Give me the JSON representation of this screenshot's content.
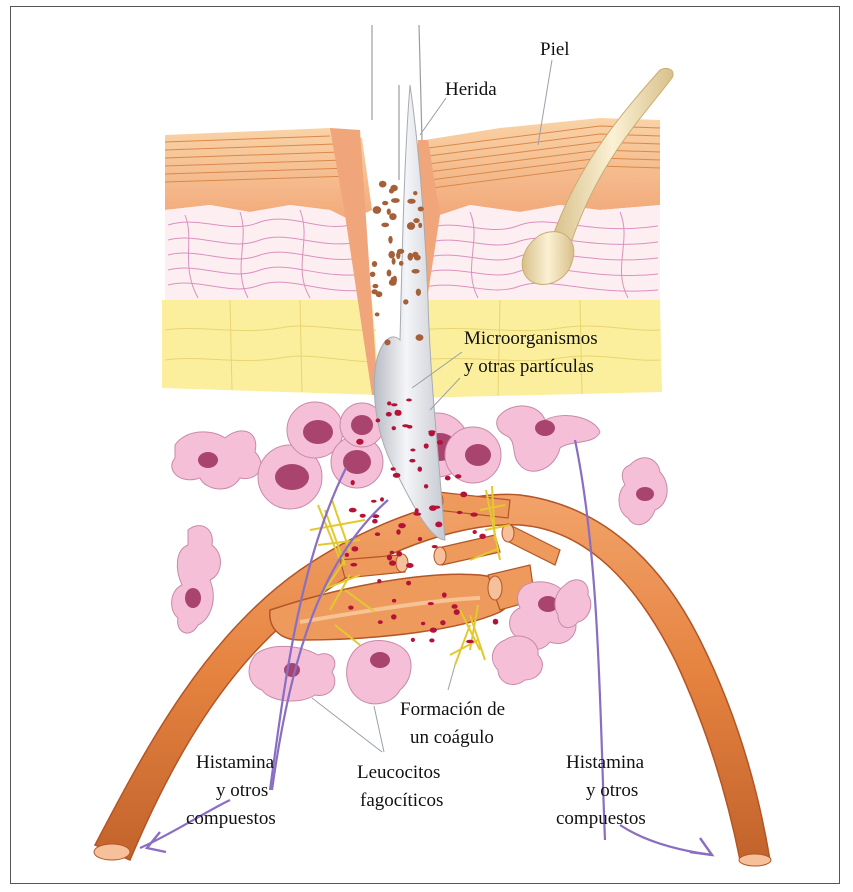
{
  "diagram": {
    "labels": {
      "piel": "Piel",
      "herida": "Herida",
      "microorganismos_line1": "Microorganismos",
      "microorganismos_line2": "y otras partículas",
      "formacion_line1": "Formación de",
      "formacion_line2": "un coágulo",
      "leucocitos_line1": "Leucocitos",
      "leucocitos_line2": "fagocíticos",
      "histamina_left_line1": "Histamina",
      "histamina_left_line2": "y otros",
      "histamina_left_line3": "compuestos",
      "histamina_right_line1": "Histamina",
      "histamina_right_line2": "y otros",
      "histamina_right_line3": "compuestos"
    },
    "colors": {
      "epidermis_top": "#f7c99a",
      "epidermis_lines": "#d98a4e",
      "dermis_orange": "#f0a57a",
      "dermis_pink": "#fdeef2",
      "fibers": "#d987b8",
      "fat_layer": "#fbef9e",
      "vessel": "#e88a4d",
      "vessel_dark": "#b8582a",
      "cell_body": "#f4bfd7",
      "cell_nucleus": "#a8446e",
      "blood_cell": "#b5123a",
      "particles": "#a5603a",
      "clot_fibers": "#e5cf3a",
      "arrow_purple": "#8a6ec4",
      "splinter": "#dde0e6",
      "hair": "#f3e3b8"
    },
    "icons": [
      "splinter-shape",
      "hair-shape",
      "blood-vessel-shape",
      "leukocyte-shape",
      "arrow-icon"
    ]
  }
}
